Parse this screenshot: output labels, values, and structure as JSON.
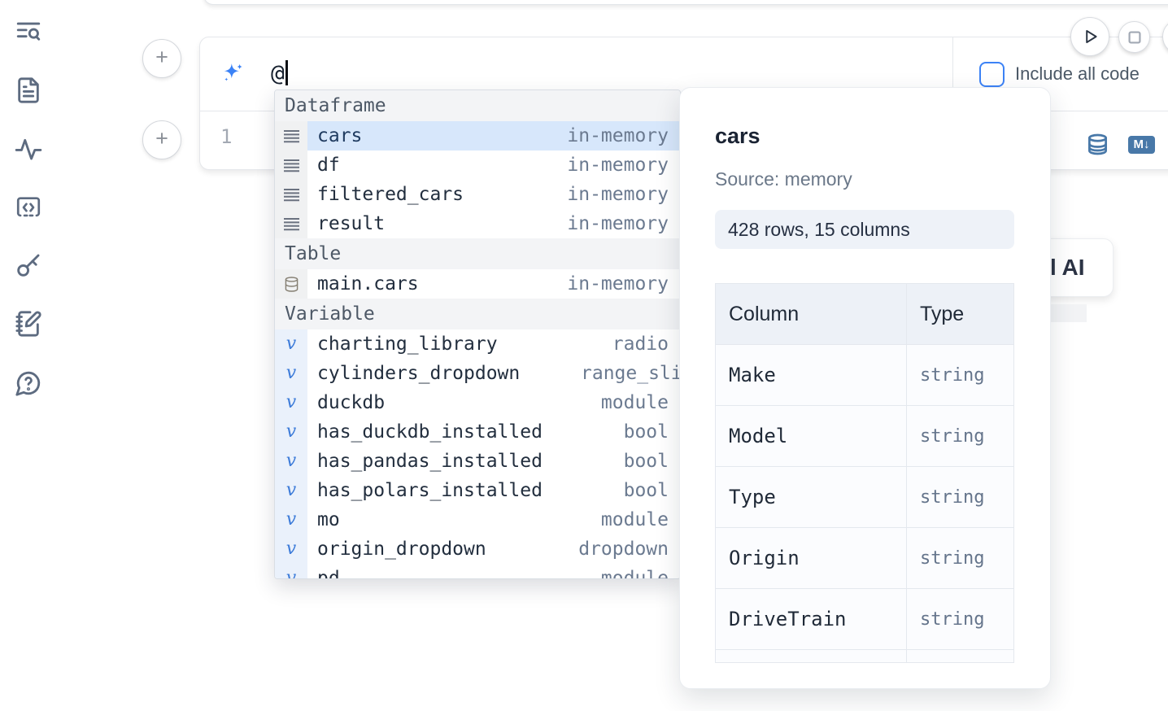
{
  "colors": {
    "accent_blue": "#3b82f6",
    "steel_blue": "#4878a8",
    "selected_row_bg": "#d7e7fb",
    "border": "#e5e7eb"
  },
  "sidebar": {
    "icons": [
      "text-search",
      "file-text",
      "activity",
      "code-square-dashed",
      "key",
      "notebook-pen",
      "help-bubble"
    ]
  },
  "add_buttons": {
    "label": "+"
  },
  "ai_prompt": {
    "value": "@",
    "include_label": "Include all code"
  },
  "cell": {
    "line_number": "1",
    "markdown_badge": "M↓"
  },
  "autocomplete": {
    "sections": [
      {
        "label": "Dataframe",
        "items": [
          {
            "name": "cars",
            "detail": "in-memory",
            "icon": "rows",
            "selected": true
          },
          {
            "name": "df",
            "detail": "in-memory",
            "icon": "rows"
          },
          {
            "name": "filtered_cars",
            "detail": "in-memory",
            "icon": "rows"
          },
          {
            "name": "result",
            "detail": "in-memory",
            "icon": "rows"
          }
        ]
      },
      {
        "label": "Table",
        "items": [
          {
            "name": "main.cars",
            "detail": "in-memory",
            "icon": "database"
          }
        ]
      },
      {
        "label": "Variable",
        "items": [
          {
            "name": "charting_library",
            "detail": "radio",
            "icon": "variable"
          },
          {
            "name": "cylinders_dropdown",
            "detail": "range_slider",
            "icon": "variable",
            "clipped": true
          },
          {
            "name": "duckdb",
            "detail": "module",
            "icon": "variable"
          },
          {
            "name": "has_duckdb_installed",
            "detail": "bool",
            "icon": "variable"
          },
          {
            "name": "has_pandas_installed",
            "detail": "bool",
            "icon": "variable"
          },
          {
            "name": "has_polars_installed",
            "detail": "bool",
            "icon": "variable"
          },
          {
            "name": "mo",
            "detail": "module",
            "icon": "variable"
          },
          {
            "name": "origin_dropdown",
            "detail": "dropdown",
            "icon": "variable"
          },
          {
            "name": "pd",
            "detail": "module",
            "icon": "variable",
            "partial": true
          }
        ]
      }
    ]
  },
  "preview": {
    "title": "cars",
    "source": "Source: memory",
    "shape": "428 rows, 15 columns",
    "table": {
      "headers": [
        "Column",
        "Type"
      ],
      "rows": [
        [
          "Make",
          "string"
        ],
        [
          "Model",
          "string"
        ],
        [
          "Type",
          "string"
        ],
        [
          "Origin",
          "string"
        ],
        [
          "DriveTrain",
          "string"
        ]
      ]
    }
  },
  "ai_button": {
    "visible_text": "l AI"
  }
}
